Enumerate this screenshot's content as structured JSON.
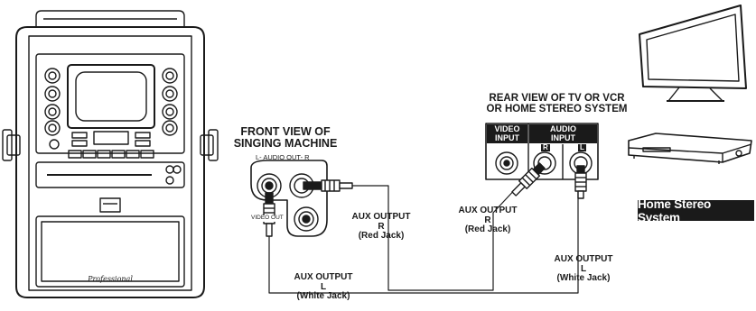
{
  "front_view": {
    "title_line1": "FRONT VIEW OF",
    "title_line2": "SINGING MACHINE",
    "audio_out_label": "L- AUDIO OUT- R",
    "video_out_label": "VIDEO OUT",
    "logo_text": "Professional"
  },
  "rear_view": {
    "title_line1": "REAR VIEW OF TV OR VCR",
    "title_line2": "OR HOME STEREO SYSTEM",
    "video_input_label_1": "VIDEO",
    "video_input_label_2": "INPUT",
    "audio_input_label_1": "AUDIO",
    "audio_input_label_2": "INPUT",
    "jack_r": "R",
    "jack_l": "L"
  },
  "labels": {
    "aux_r_front_1": "AUX OUTPUT",
    "aux_r_front_2": "R",
    "aux_r_front_3": "(Red Jack)",
    "aux_r_rear_1": "AUX OUTPUT",
    "aux_r_rear_2": "R",
    "aux_r_rear_3": "(Red Jack)",
    "aux_l_front_1": "AUX OUTPUT",
    "aux_l_front_2": "L",
    "aux_l_front_3": "(White Jack)",
    "aux_l_rear_1": "AUX OUTPUT",
    "aux_l_rear_2": "L",
    "aux_l_rear_3": "(White Jack)"
  },
  "home_stereo_tag": "Home Stereo System"
}
